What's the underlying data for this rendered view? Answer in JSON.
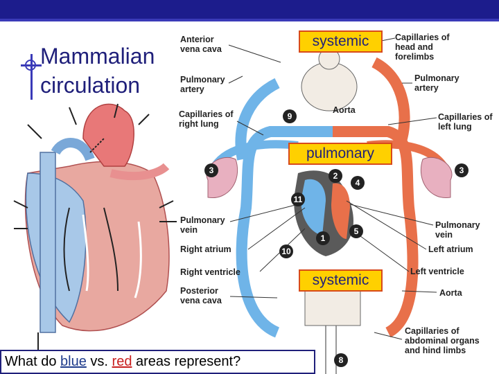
{
  "title": {
    "line1": "Mammalian",
    "line2": "circulation"
  },
  "boxes": {
    "systemic_top": "systemic",
    "pulmonary": "pulmonary",
    "systemic_bottom": "systemic"
  },
  "labels": {
    "anterior_vena_cava": "Anterior vena cava",
    "pulmonary_artery_left": "Pulmonary artery",
    "capillaries_right_lung": "Capillaries of right lung",
    "pulmonary_vein_left": "Pulmonary vein",
    "right_atrium": "Right atrium",
    "right_ventricle": "Right ventricle",
    "posterior_vena_cava": "Posterior vena cava",
    "capillaries_head": "Capillaries of head and forelimbs",
    "pulmonary_artery_right": "Pulmonary artery",
    "aorta_top": "Aorta",
    "capillaries_left_lung": "Capillaries of left lung",
    "pulmonary_vein_right": "Pulmonary vein",
    "left_atrium": "Left atrium",
    "left_ventricle": "Left ventricle",
    "aorta_bottom": "Aorta",
    "capillaries_abdominal": "Capillaries of abdominal organs and hind limbs"
  },
  "question": {
    "prefix": "What do ",
    "blue": "blue",
    "middle": " vs. ",
    "red": "red",
    "suffix": " areas represent?"
  },
  "steps": [
    "1",
    "2",
    "3",
    "3",
    "4",
    "5",
    "8",
    "9",
    "10",
    "11"
  ],
  "colors": {
    "oxygen_poor": "#6fb4e8",
    "oxygen_rich": "#e8704a",
    "title": "#1f1f7a",
    "box": "#ffd000"
  }
}
